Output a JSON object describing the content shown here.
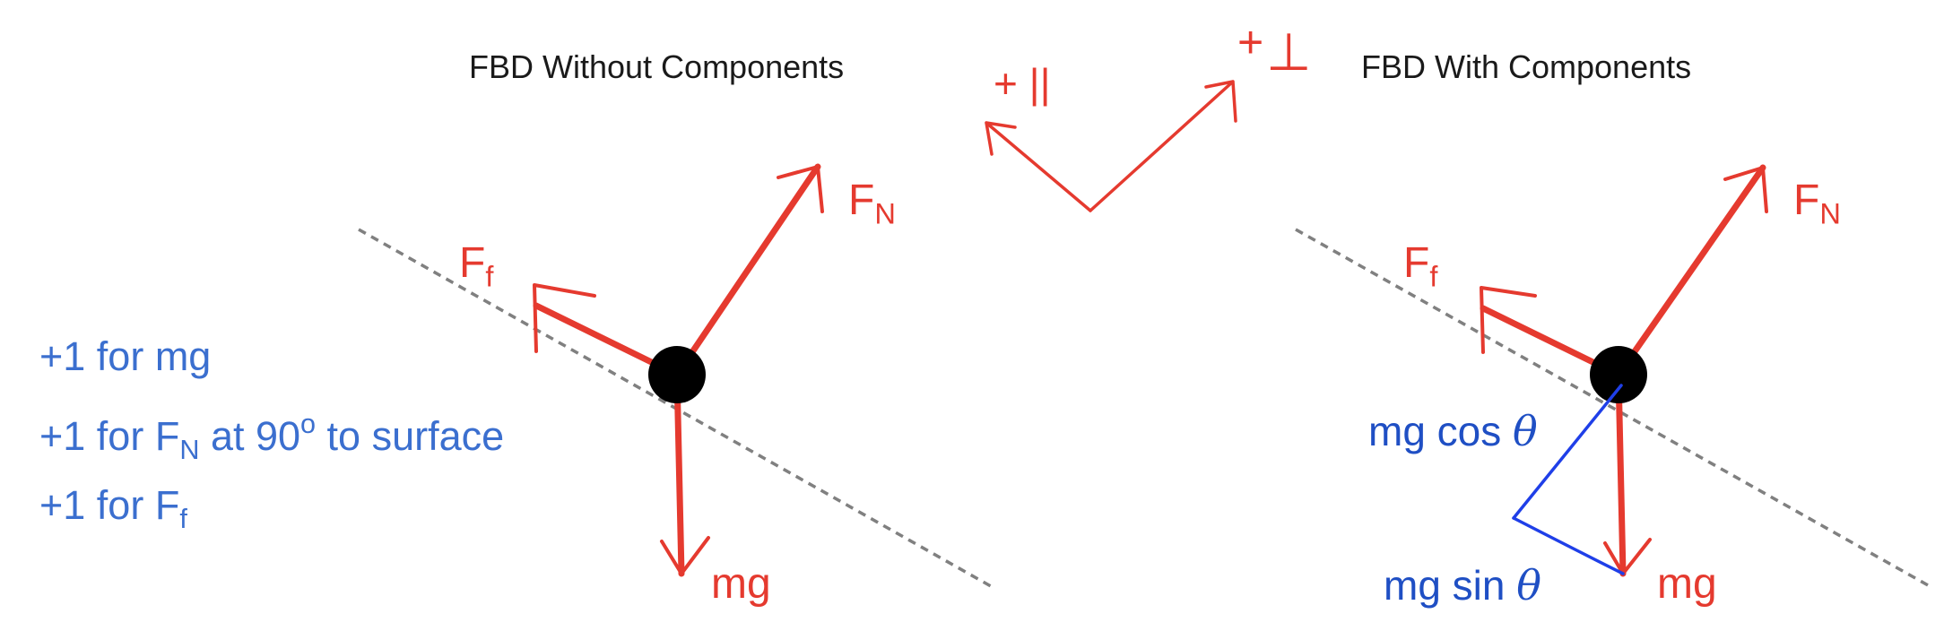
{
  "titles": {
    "left": "FBD Without Components",
    "right": "FBD With Components"
  },
  "axes": {
    "parallel": "+ ||",
    "perp_plus": "+",
    "perp_symbol": "⊥"
  },
  "forces": {
    "normal": {
      "base": "F",
      "sub": "N"
    },
    "friction": {
      "base": "F",
      "sub": "f"
    },
    "weight": "mg"
  },
  "scoring": {
    "line1": "+1 for mg",
    "line2_prefix": "+1 for F",
    "line2_sub": "N",
    "line2_mid": " at 90",
    "line2_sup": "o",
    "line2_suffix": " to surface",
    "line3_prefix": "+1 for F",
    "line3_sub": "f"
  },
  "components": {
    "cos": "mg cos",
    "sin": "mg sin",
    "theta": "θ"
  },
  "colors": {
    "force": "#e53a2f",
    "component": "#1f4fc4",
    "scoring": "#3b6fcf",
    "surface": "#808080",
    "body": "#000000"
  }
}
